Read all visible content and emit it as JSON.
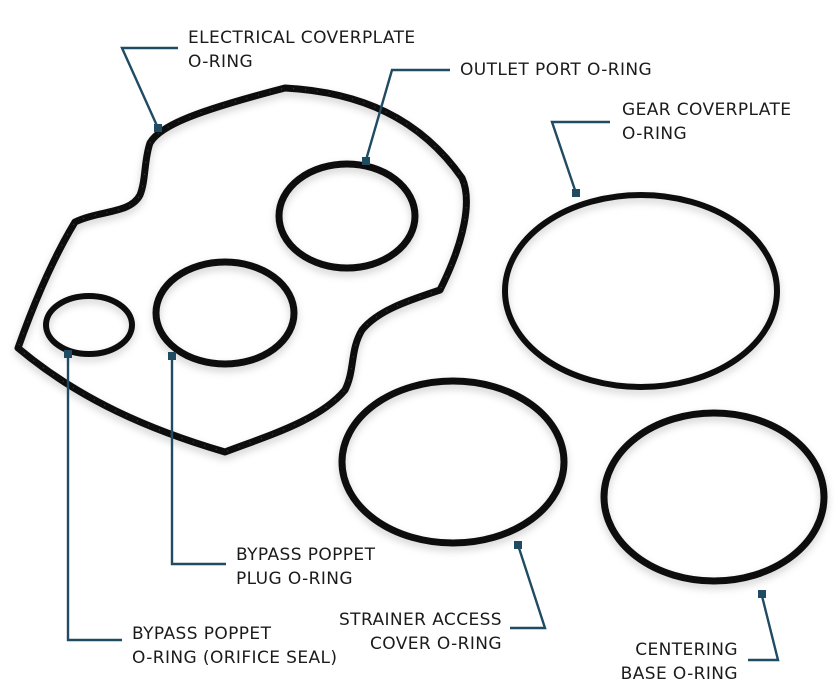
{
  "leader_color": "#1f4b63",
  "ring_color": "#111111",
  "labels": {
    "electrical_coverplate": {
      "line1": "ELECTRICAL COVERPLATE",
      "line2": "O-RING"
    },
    "outlet_port": {
      "line1": "OUTLET PORT O-RING"
    },
    "gear_coverplate": {
      "line1": "GEAR COVERPLATE",
      "line2": "O-RING"
    },
    "bypass_poppet_plug": {
      "line1": "BYPASS POPPET",
      "line2": "PLUG O-RING"
    },
    "strainer_access": {
      "line1": "STRAINER ACCESS",
      "line2": "COVER O-RING"
    },
    "bypass_poppet": {
      "line1": "BYPASS POPPET",
      "line2": "O-RING (ORIFICE SEAL)"
    },
    "centering_base": {
      "line1": "CENTERING",
      "line2": "BASE O-RING"
    }
  }
}
